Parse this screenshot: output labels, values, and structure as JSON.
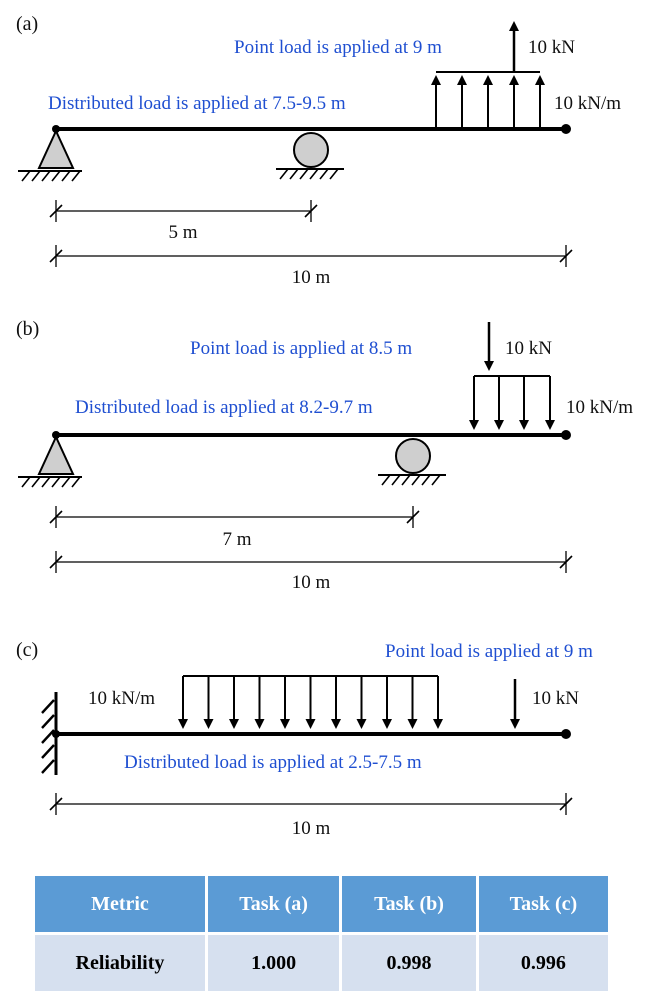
{
  "panels": {
    "a": {
      "label": "(a)",
      "point_load_text": "Point load is applied at 9 m",
      "point_force": "10 kN",
      "dist_load_text": "Distributed load is applied at 7.5-9.5 m",
      "dist_intensity": "10 kN/m",
      "dim_short": "5 m",
      "dim_total": "10 m"
    },
    "b": {
      "label": "(b)",
      "point_load_text": "Point load is applied at 8.5 m",
      "point_force": "10 kN",
      "dist_load_text": "Distributed load is applied at 8.2-9.7 m",
      "dist_intensity": "10 kN/m",
      "dim_short": "7 m",
      "dim_total": "10 m"
    },
    "c": {
      "label": "(c)",
      "point_load_text": "Point load is applied at 9 m",
      "point_force": "10 kN",
      "dist_load_text": "Distributed load is applied at 2.5-7.5 m",
      "dist_intensity": "10 kN/m",
      "dim_total": "10 m"
    }
  },
  "table": {
    "headers": [
      "Metric",
      "Task (a)",
      "Task (b)",
      "Task (c)"
    ],
    "rows": [
      [
        "Reliability",
        "1.000",
        "0.998",
        "0.996"
      ]
    ]
  },
  "colors": {
    "annotation_text": "#1f4fd1",
    "table_header_bg": "#5b9bd5",
    "table_body_bg": "#d6e0ef",
    "support_fill": "#cfcfcf"
  }
}
